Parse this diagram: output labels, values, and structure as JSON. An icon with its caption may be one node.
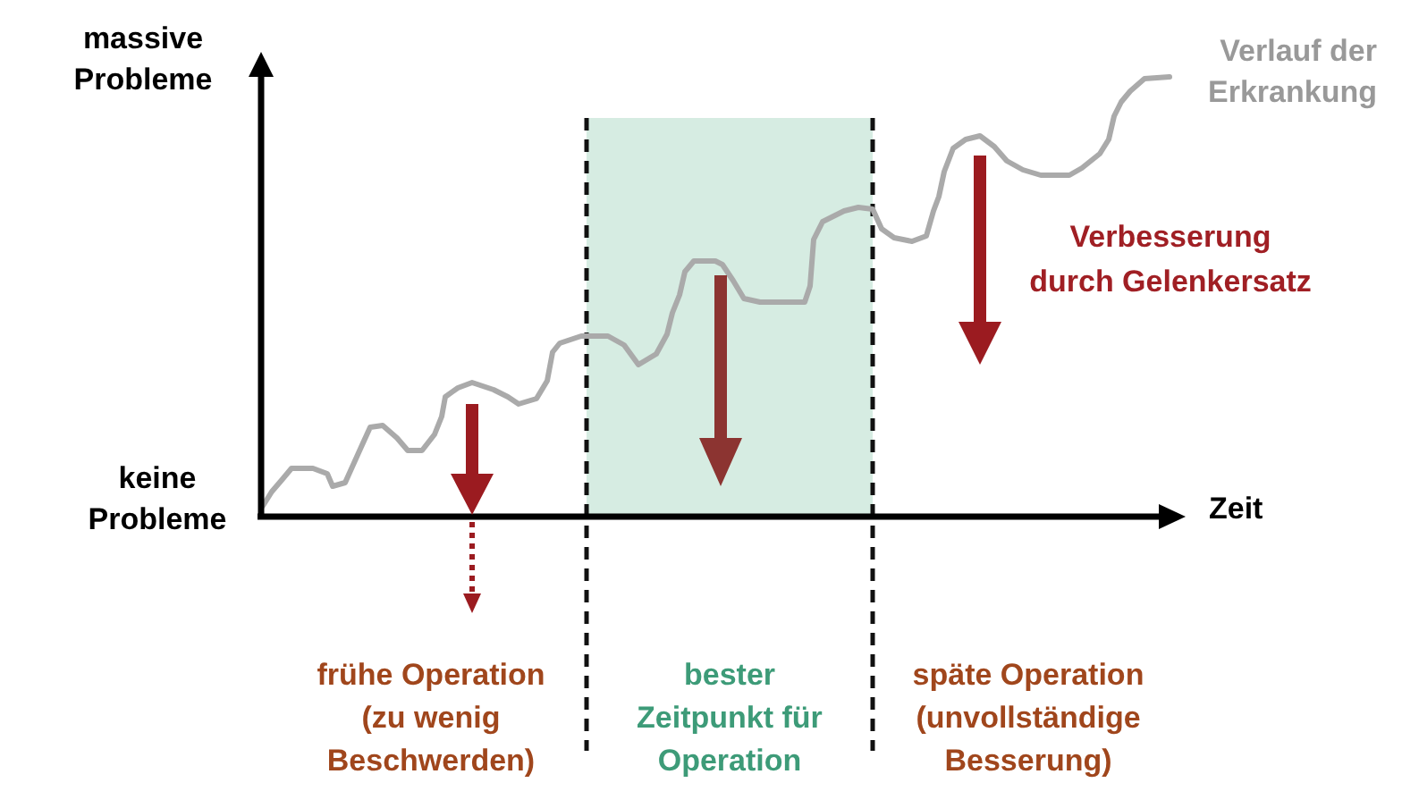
{
  "diagram": {
    "labels": [
      "massive Probleme",
      "Verlauf der Erkrankung",
      "Verbesserung durch Gelenkersatz",
      "keine Probleme",
      "Zeit",
      "frühe Operation (zu wenig Beschwerden)",
      "bester Zeitpunkt für Operation",
      "späte Operation (unvollständige Besserung)"
    ]
  }
}
